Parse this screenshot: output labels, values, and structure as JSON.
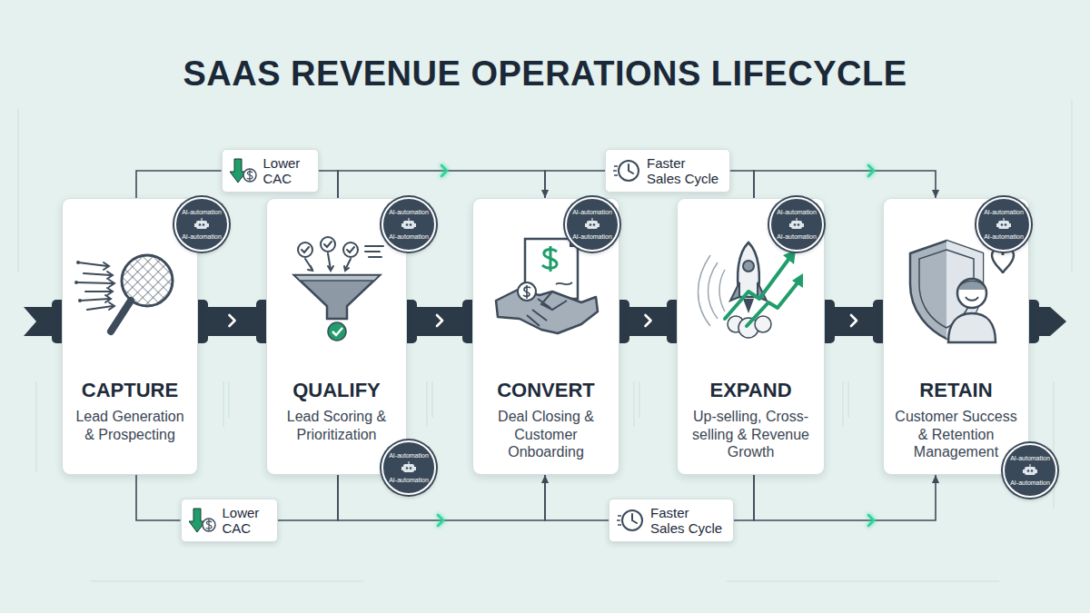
{
  "diagram": {
    "title": "SAAS REVENUE OPERATIONS LIFECYCLE",
    "nodes": [
      {
        "text": [
          "Lower CAC"
        ]
      },
      {
        "text": [
          "Faster Sales Cycle"
        ]
      },
      {
        "text": [
          "CAPTURE",
          "Lead Generation & Prospecting"
        ]
      },
      {
        "text": [
          "AI-automation",
          "AI-automation"
        ]
      },
      {
        "text": [
          "QUALIFY",
          "Lead Scoring & Prioritization"
        ]
      },
      {
        "text": [
          "AI-automation",
          "AI-automation"
        ]
      },
      {
        "text": [
          "AI-automation",
          "AI-automation"
        ]
      },
      {
        "text": [
          "CONVERT",
          "Deal Closing & Customer Onboarding"
        ]
      },
      {
        "text": [
          "AI-automation",
          "AI-automation"
        ]
      },
      {
        "text": [
          "EXPAND",
          "Up-selling, Cross-selling & Revenue Growth"
        ]
      },
      {
        "text": [
          "AI-automation",
          "AI-automation"
        ]
      },
      {
        "text": [
          "RETAIN",
          "Customer Success & Retention Management"
        ]
      },
      {
        "text": [
          "AI-automation",
          "AI-automation"
        ]
      },
      {
        "text": [
          "AI-automation",
          "AI-automation"
        ]
      },
      {
        "text": [
          "Lower CAC"
        ]
      },
      {
        "text": [
          "Faster Sales Cycle"
        ]
      }
    ],
    "edges": [
      {
        "from": 2,
        "to": 4,
        "arrow": "to"
      },
      {
        "from": 4,
        "to": 7,
        "arrow": "to"
      },
      {
        "from": 7,
        "to": 9,
        "arrow": "to"
      },
      {
        "from": 9,
        "to": 11,
        "arrow": "to"
      },
      {
        "from": 2,
        "to": 0,
        "arrow": "none"
      },
      {
        "from": 0,
        "to": 4,
        "arrow": "none"
      },
      {
        "from": 2,
        "to": 14,
        "arrow": "none"
      },
      {
        "from": 14,
        "to": 4,
        "arrow": "none"
      },
      {
        "from": 4,
        "to": 7,
        "arrow": "to"
      },
      {
        "from": 4,
        "to": 7,
        "arrow": "to"
      },
      {
        "from": 7,
        "to": 1,
        "arrow": "none"
      },
      {
        "from": 1,
        "to": 9,
        "arrow": "none"
      },
      {
        "from": 7,
        "to": 15,
        "arrow": "none"
      },
      {
        "from": 15,
        "to": 9,
        "arrow": "none"
      },
      {
        "from": 9,
        "to": 11,
        "arrow": "to"
      },
      {
        "from": 9,
        "to": 11,
        "arrow": "to"
      }
    ]
  }
}
